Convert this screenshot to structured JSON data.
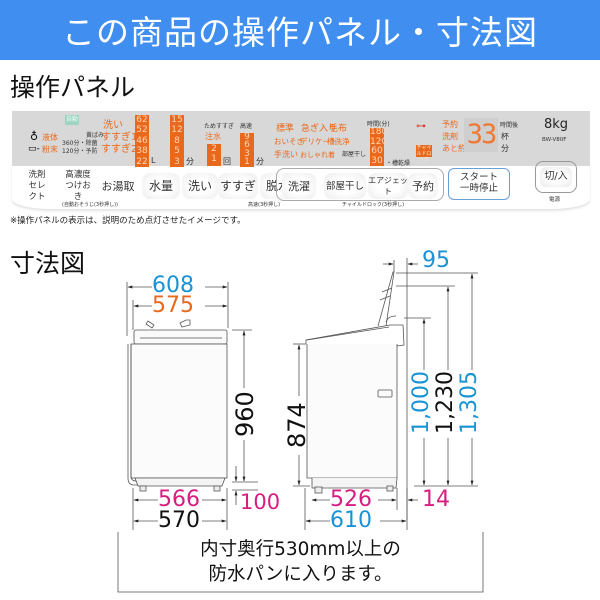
{
  "banner": {
    "title": "この商品の操作パネル・寸法図",
    "color": "#3f8ef0"
  },
  "panel_section": {
    "title": "操作パネル"
  },
  "panel": {
    "detergent": {
      "liquid": "液体",
      "powder": "粉末",
      "icon_top": "bottle-icon",
      "icon_bottom": "scoop-icon"
    },
    "soak_badge": "自動",
    "soak_labels": [
      "黄ばみ",
      "360分・除菌",
      "120分・予防"
    ],
    "soak_caption": "(自動おそうじ(3秒押し))",
    "wash_rinse_labels": [
      "洗い",
      "すすぎ1",
      "すすぎ2"
    ],
    "water_levels": {
      "values": [
        "62",
        "52",
        "46",
        "38",
        "22"
      ],
      "unit": "L"
    },
    "wash_times": {
      "values": [
        "15",
        "12",
        "8",
        "5",
        "3"
      ],
      "unit": "分"
    },
    "rinse": {
      "header": [
        "ためすすぎ",
        "注水"
      ],
      "values": [
        "2",
        "1"
      ],
      "unit": "回"
    },
    "spin": {
      "header": "高速",
      "values": [
        "9",
        "6",
        "3",
        "1"
      ],
      "unit": "分"
    },
    "courses": [
      [
        "標準",
        "急ぎ入り",
        "毛布"
      ],
      [
        "おいそぎ",
        "デリケート",
        "槽洗浄"
      ],
      [
        "手洗い",
        "おしゃれ着",
        ""
      ]
    ],
    "dry": {
      "header": "時間(分)",
      "values": [
        "180",
        "120",
        "60",
        "30"
      ],
      "side_label": "部屋干し",
      "tail_label": "・槽乾燥"
    },
    "lock_icon": "key-icon",
    "child_lock_badge": "チャイルドロック",
    "timer_labels": [
      "予約",
      "洗剤",
      "あと約"
    ],
    "display_digits": "33",
    "display_units": [
      "時間後",
      "杯",
      "分"
    ],
    "capacity": "8kg",
    "model": "BW-V80F",
    "buttons": [
      {
        "label": "洗剤セレクト"
      },
      {
        "label": "高濃度つけおき"
      },
      {
        "label": "お湯取"
      },
      {
        "label": "水量"
      },
      {
        "label": "洗い"
      },
      {
        "label": "すすぎ"
      },
      {
        "label": "脱水"
      },
      {
        "label": "洗濯"
      },
      {
        "label": "部屋干し"
      },
      {
        "label": "エアジェット"
      },
      {
        "label": "予約"
      },
      {
        "label": "スタート\n一時停止"
      },
      {
        "label": "切/入"
      }
    ],
    "captions": {
      "spin": "高速(3秒押し)",
      "group": "チャイルドロック(3秒押し)",
      "power": "電源"
    }
  },
  "panel_note": "※操作パネルの表示は、説明のため点灯させたイメージです。",
  "dimension_section": {
    "title": "寸法図"
  },
  "front_view": {
    "width_overall": "608",
    "width_body": "575",
    "height": "960",
    "base_width": "566",
    "base_depth": "570",
    "leg_height": "100"
  },
  "side_view": {
    "height_body": "874",
    "lid_offset": "95",
    "height_lid_closed": "1,000",
    "height_lid_open": "1,230",
    "height_total": "1,305",
    "base_depth": "526",
    "depth_total": "610",
    "rear_gap": "14"
  },
  "colors": {
    "blue": "#1a93d5",
    "orange": "#e8691b",
    "magenta": "#d71d7f",
    "black": "#111111"
  },
  "footer_note": {
    "line1": "内寸奥行530mm以上の",
    "line2": "防水パンに入ります。"
  }
}
